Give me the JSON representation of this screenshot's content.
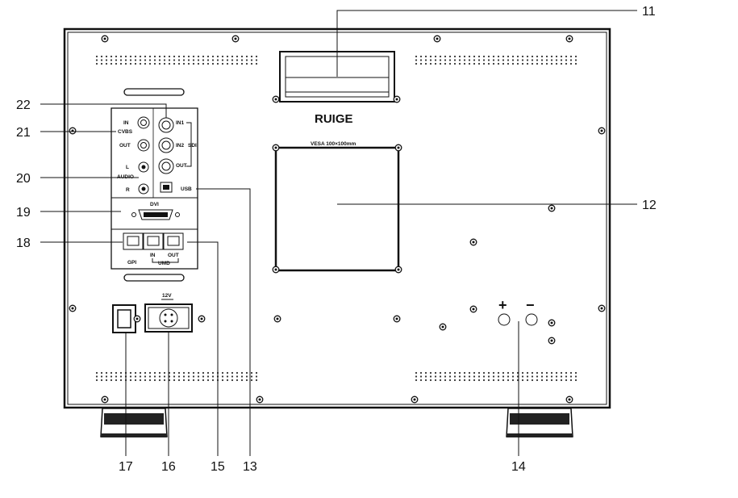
{
  "brand": "RUIGE",
  "vesa_label": "VESA  100×100mm",
  "panel_labels": {
    "cvbs": "CVBS",
    "in": "IN",
    "out": "OUT",
    "audio": "AUDIO",
    "l": "L",
    "r": "R",
    "sdi": "SDI",
    "in1": "IN1",
    "in2": "IN2",
    "sdi_out": "OUT",
    "usb": "USB",
    "dvi": "DVI",
    "gpi": "GPI",
    "umd": "UMD",
    "umd_in": "IN",
    "umd_out": "OUT"
  },
  "power_label": "12V",
  "polarity": {
    "plus": "+",
    "minus": "−"
  },
  "callouts": [
    "11",
    "12",
    "13",
    "14",
    "15",
    "16",
    "17",
    "18",
    "19",
    "20",
    "21",
    "22"
  ]
}
